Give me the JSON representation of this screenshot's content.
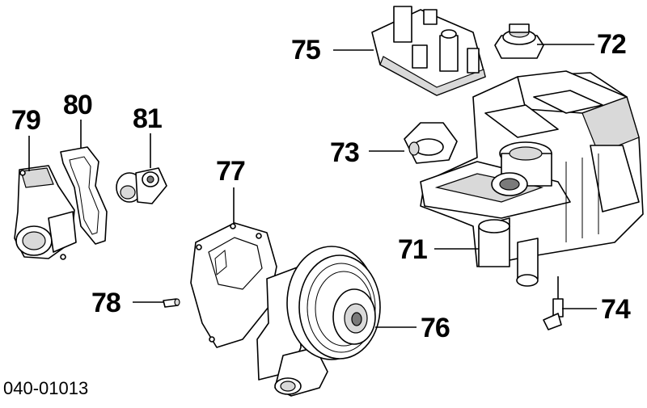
{
  "callouts": {
    "c71": "71",
    "c72": "72",
    "c73": "73",
    "c74": "74",
    "c75": "75",
    "c76": "76",
    "c77": "77",
    "c78": "78",
    "c79": "79",
    "c80": "80",
    "c81": "81"
  },
  "document_code": "040-01013"
}
